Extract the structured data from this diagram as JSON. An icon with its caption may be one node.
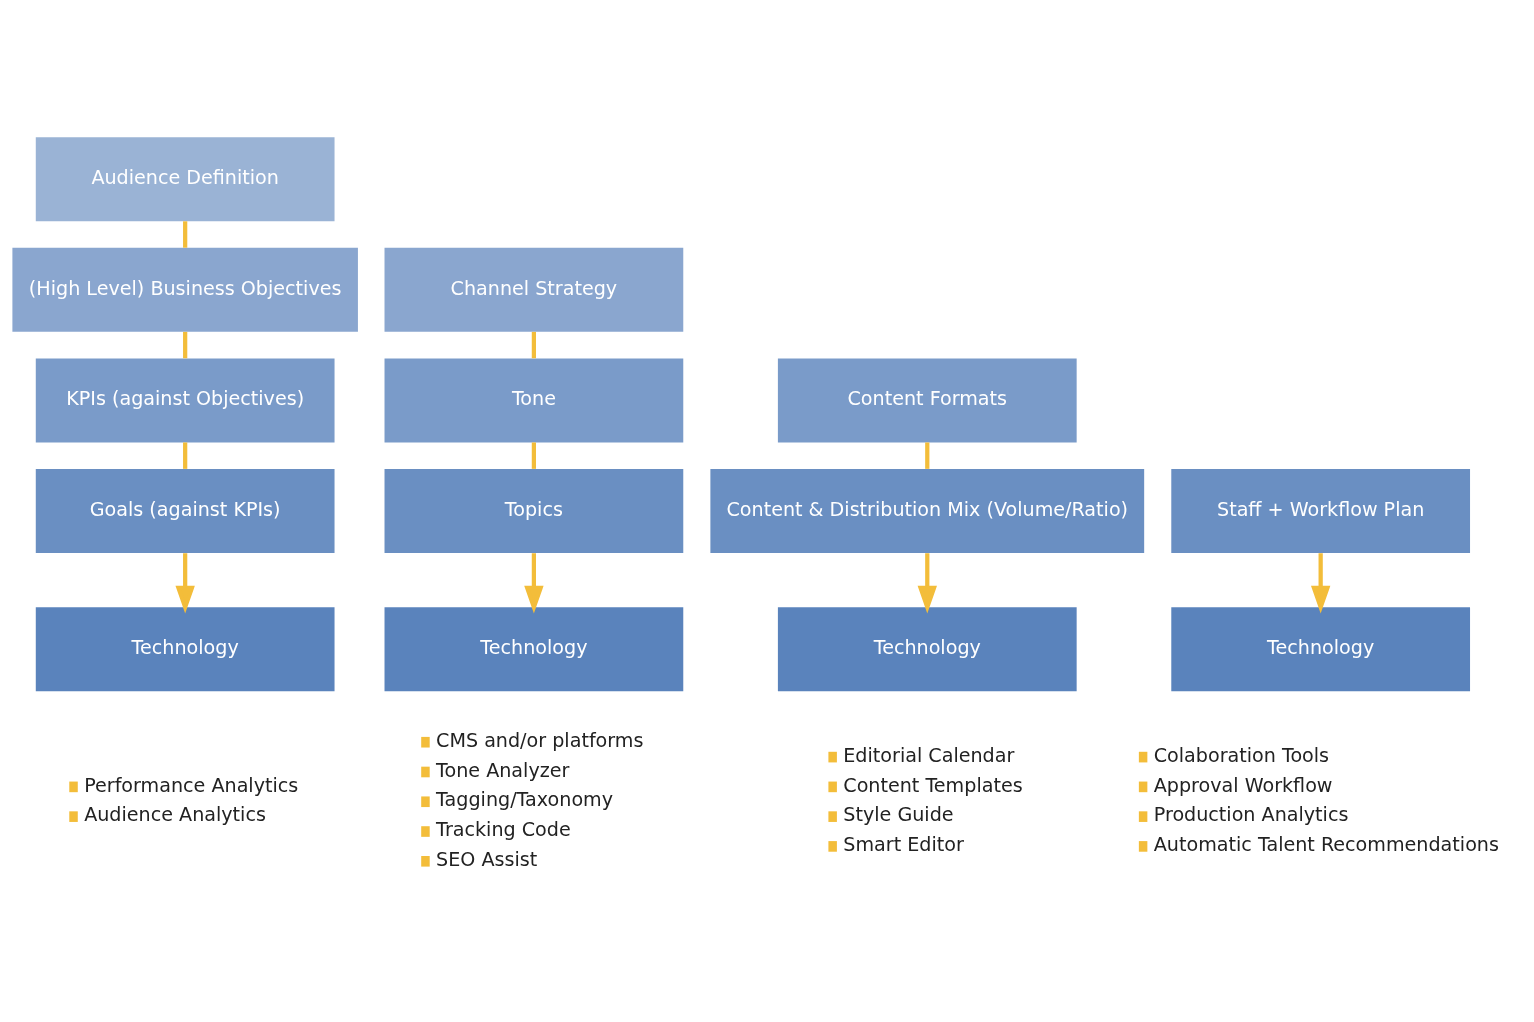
{
  "diagram": {
    "nodes": [
      {
        "text": [
          "Audience Definition"
        ]
      },
      {
        "text": [
          "(High Level) Business Objectives"
        ]
      },
      {
        "text": [
          "KPIs (against Objectives)"
        ]
      },
      {
        "text": [
          "Goals (against KPIs)"
        ]
      },
      {
        "text": [
          "Technology"
        ],
        "beside": [
          "Performance Analytics",
          "Audience Analytics"
        ]
      },
      {
        "text": [
          "Channel Strategy"
        ]
      },
      {
        "text": [
          "Tone"
        ]
      },
      {
        "text": [
          "Topics"
        ]
      },
      {
        "text": [
          "Technology"
        ],
        "beside": [
          "CMS and/or platforms",
          "Tone Analyzer",
          "Tagging/Taxonomy",
          "Tracking Code",
          "SEO Assist"
        ]
      },
      {
        "text": [
          "Content Formats"
        ]
      },
      {
        "text": [
          "Content & Distribution Mix (Volume/Ratio)"
        ]
      },
      {
        "text": [
          "Technology"
        ],
        "beside": [
          "Editorial Calendar",
          "Content Templates",
          "Style Guide",
          "Smart Editor"
        ]
      },
      {
        "text": [
          "Staff + Workflow Plan"
        ]
      },
      {
        "text": [
          "Technology"
        ],
        "beside": [
          "Colaboration Tools",
          "Approval Workflow",
          "Production Analytics",
          "Automatic Talent Recommendations"
        ]
      }
    ],
    "edges": [
      {
        "from": 0,
        "to": 1,
        "arrow": "none"
      },
      {
        "from": 1,
        "to": 2,
        "arrow": "none"
      },
      {
        "from": 2,
        "to": 3,
        "arrow": "none"
      },
      {
        "from": 3,
        "to": 4,
        "arrow": "to"
      },
      {
        "from": 5,
        "to": 6,
        "arrow": "none"
      },
      {
        "from": 6,
        "to": 7,
        "arrow": "none"
      },
      {
        "from": 7,
        "to": 8,
        "arrow": "to"
      },
      {
        "from": 9,
        "to": 10,
        "arrow": "none"
      },
      {
        "from": 10,
        "to": 11,
        "arrow": "to"
      },
      {
        "from": 12,
        "to": 13,
        "arrow": "to"
      }
    ]
  }
}
